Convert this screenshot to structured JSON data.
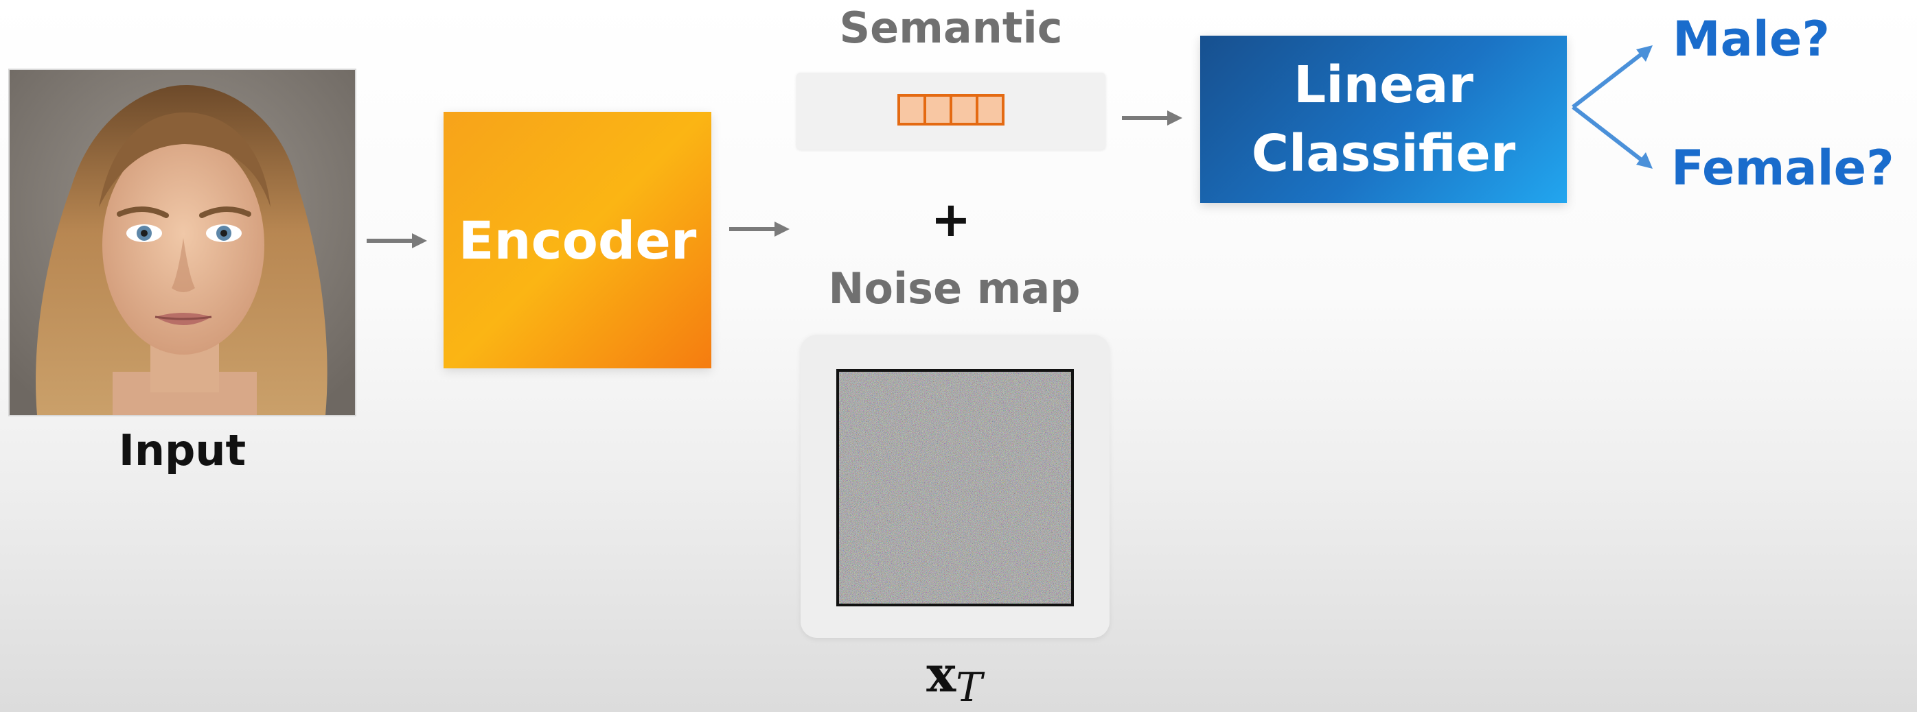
{
  "input": {
    "label": "Input"
  },
  "encoder": {
    "label": "Encoder"
  },
  "semantic": {
    "title": "Semantic",
    "vector_cells": 4
  },
  "operator": {
    "symbol": "+"
  },
  "noise_map": {
    "title": "Noise map",
    "symbol_main": "x",
    "symbol_subscript": "T"
  },
  "classifier": {
    "line1": "Linear",
    "line2": "Classifier"
  },
  "outputs": {
    "male": "Male?",
    "female": "Female?"
  },
  "colors": {
    "encoder": "#fbb514",
    "classifier": "#1b73c4",
    "output_text": "#1a6ccc",
    "semantic_vector_border": "#e46a12",
    "semantic_vector_fill": "#f8c7a3",
    "arrow_gray": "#7a7a7a",
    "arrow_blue": "#4a90d9"
  }
}
